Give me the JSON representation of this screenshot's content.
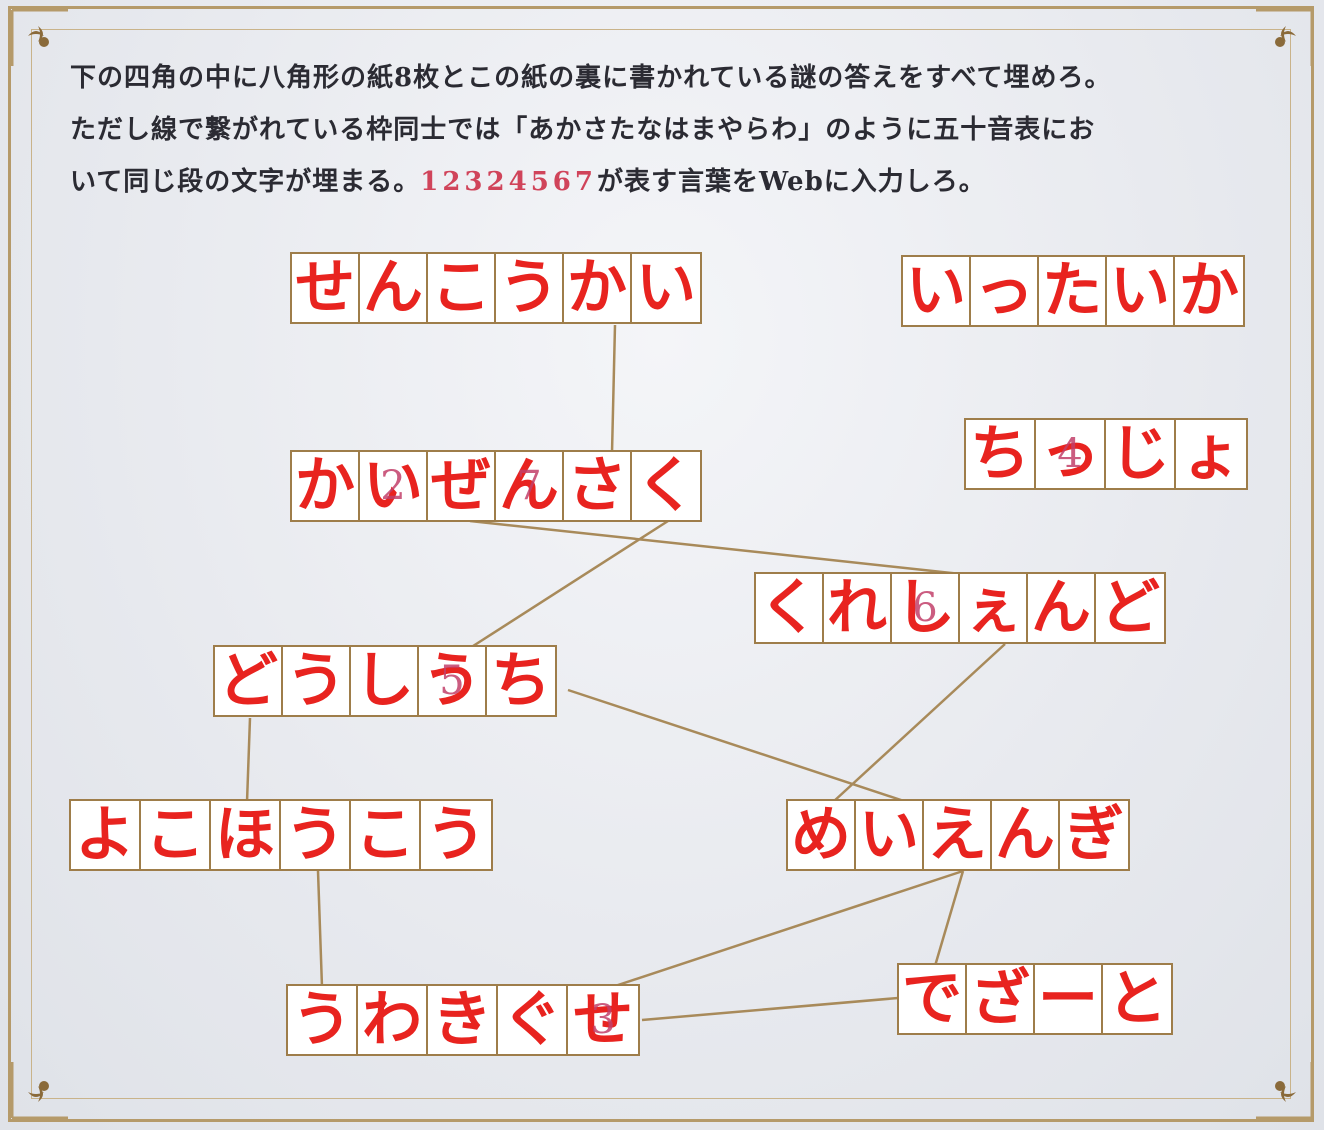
{
  "instructions": {
    "line1": "下の四角の中に八角形の紙8枚とこの紙の裏に書かれている謎の答えをすべて埋めろ。",
    "line2": "ただし線で繋がれている枠同士では「あかさたなはまやらわ」のように五十音表にお",
    "line3_pre": "いて同じ段の文字が埋まる。",
    "sequence": "12324567",
    "line3_post": "が表す言葉をWebに入力しろ。"
  },
  "words": [
    {
      "id": "w1",
      "cells": [
        "せ",
        "ん",
        "こ",
        "う",
        "か",
        "い"
      ]
    },
    {
      "id": "w2",
      "cells": [
        "い",
        "っ",
        "た",
        "い",
        "か"
      ]
    },
    {
      "id": "w3",
      "cells": [
        "ち",
        "っ",
        "じ",
        "ょ"
      ],
      "numbers": [
        "",
        "4",
        "",
        ""
      ]
    },
    {
      "id": "w4",
      "cells": [
        "か",
        "い",
        "ぜ",
        "ん",
        "さ",
        "く"
      ],
      "numbers": [
        "",
        "2",
        "",
        "7",
        "",
        ""
      ]
    },
    {
      "id": "w5",
      "cells": [
        "く",
        "れ",
        "し",
        "ぇ",
        "ん",
        "ど"
      ],
      "numbers": [
        "",
        "",
        "6",
        "",
        "",
        ""
      ]
    },
    {
      "id": "w6",
      "cells": [
        "ど",
        "う",
        "し",
        "う",
        "ち"
      ],
      "numbers": [
        "",
        "",
        "",
        "5",
        ""
      ]
    },
    {
      "id": "w7",
      "cells": [
        "よ",
        "こ",
        "ほ",
        "う",
        "こ",
        "う"
      ]
    },
    {
      "id": "w8",
      "cells": [
        "め",
        "い",
        "え",
        "ん",
        "ぎ"
      ]
    },
    {
      "id": "w9",
      "cells": [
        "う",
        "わ",
        "き",
        "ぐ",
        "せ"
      ],
      "numbers": [
        "",
        "",
        "",
        "",
        "3"
      ]
    },
    {
      "id": "w10",
      "cells": [
        "で",
        "ざ",
        "ー",
        "と"
      ]
    }
  ],
  "colors": {
    "kana": "#e8231f",
    "number": "#c2406a",
    "border": "#9e7d4a",
    "frame": "#b59a6a"
  }
}
